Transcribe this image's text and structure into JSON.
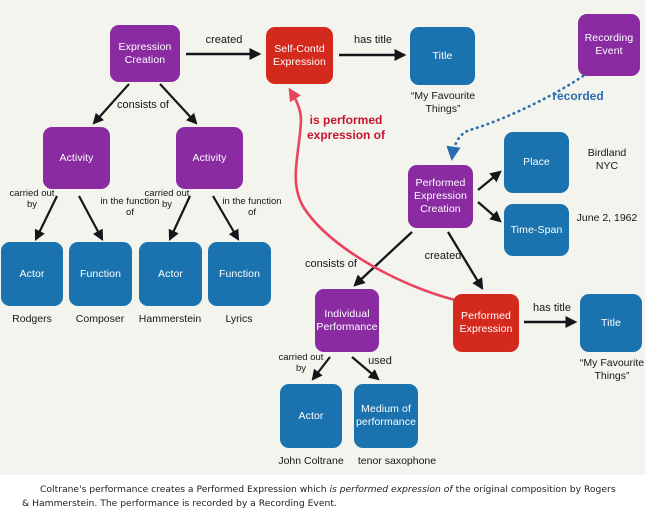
{
  "colors": {
    "background": "#f3f4ee",
    "purple": "#8a2ba2",
    "red": "#d42a1e",
    "blue": "#1a72ae",
    "arrow_black": "#16161a",
    "arrow_red": "#e8445f",
    "arrow_blue_dotted": "#2a6db0",
    "caption_background": "#ffffff"
  },
  "nodes": {
    "expression_creation": "Expression Creation",
    "self_contd_expression": "Self-Contd Expression",
    "title_1": "Title",
    "recording_event": "Recording Event",
    "activity_1": "Activity",
    "activity_2": "Activity",
    "actor_1": "Actor",
    "function_1": "Function",
    "actor_2": "Actor",
    "function_2": "Function",
    "performed_expression_creation": "Performed Expression Creation",
    "place": "Place",
    "time_span": "Time-Span",
    "individual_performance": "Individual Performance",
    "performed_expression": "Performed Expression",
    "title_2": "Title",
    "actor_3": "Actor",
    "medium_of_performance": "Medium of performance"
  },
  "values": {
    "title_1_value": "“My Favourite Things”",
    "actor_1_value": "Rodgers",
    "function_1_value": "Composer",
    "actor_2_value": "Hammerstein",
    "function_2_value": "Lyrics",
    "place_value": "Birdland NYC",
    "time_span_value": "June 2, 1962",
    "actor_3_value": "John Coltrane",
    "medium_value": "tenor saxophone",
    "title_2_value": "“My Favourite Things”"
  },
  "edges": {
    "created_1": "created",
    "has_title_1": "has title",
    "consists_of_1": "consists of",
    "carried_out_by_1": "carried out by",
    "in_the_function_of_1": "in the function of",
    "carried_out_by_2": "carried out by",
    "in_the_function_of_2": "in the function of",
    "is_performed_expression_of": "is performed expression of",
    "recorded": "recorded",
    "consists_of_2": "consists of",
    "created_2": "created",
    "has_title_2": "has title",
    "carried_out_by_3": "carried out by",
    "used": "used"
  },
  "caption": {
    "part_1": "Coltrane's performance creates a Performed Expression which ",
    "part_2_italic": "is performed expression of",
    "part_3": " the original composition by Rogers & Hammerstein. The performance is recorded by a Recording Event."
  },
  "chart_data": {
    "type": "diagram",
    "title": "CIDOC CRM modelling of a recorded jazz performance",
    "entities": [
      {
        "id": "expression_creation",
        "label": "Expression Creation",
        "class": "event",
        "color": "#8a2ba2"
      },
      {
        "id": "self_contd_expression",
        "label": "Self-Contd Expression",
        "class": "expression",
        "color": "#d42a1e"
      },
      {
        "id": "title_1",
        "label": "Title",
        "class": "appellation",
        "color": "#1a72ae",
        "value": "“My Favourite Things”"
      },
      {
        "id": "recording_event",
        "label": "Recording Event",
        "class": "event",
        "color": "#8a2ba2"
      },
      {
        "id": "activity_1",
        "label": "Activity",
        "class": "event",
        "color": "#8a2ba2"
      },
      {
        "id": "activity_2",
        "label": "Activity",
        "class": "event",
        "color": "#8a2ba2"
      },
      {
        "id": "actor_1",
        "label": "Actor",
        "class": "actor",
        "color": "#1a72ae",
        "value": "Rodgers"
      },
      {
        "id": "function_1",
        "label": "Function",
        "class": "type",
        "color": "#1a72ae",
        "value": "Composer"
      },
      {
        "id": "actor_2",
        "label": "Actor",
        "class": "actor",
        "color": "#1a72ae",
        "value": "Hammerstein"
      },
      {
        "id": "function_2",
        "label": "Function",
        "class": "type",
        "color": "#1a72ae",
        "value": "Lyrics"
      },
      {
        "id": "performed_expression_creation",
        "label": "Performed Expression Creation",
        "class": "event",
        "color": "#8a2ba2"
      },
      {
        "id": "place",
        "label": "Place",
        "class": "place",
        "color": "#1a72ae",
        "value": "Birdland NYC"
      },
      {
        "id": "time_span",
        "label": "Time-Span",
        "class": "timespan",
        "color": "#1a72ae",
        "value": "June 2, 1962"
      },
      {
        "id": "individual_performance",
        "label": "Individual Performance",
        "class": "event",
        "color": "#8a2ba2"
      },
      {
        "id": "performed_expression",
        "label": "Performed Expression",
        "class": "expression",
        "color": "#d42a1e"
      },
      {
        "id": "title_2",
        "label": "Title",
        "class": "appellation",
        "color": "#1a72ae",
        "value": "“My Favourite Things”"
      },
      {
        "id": "actor_3",
        "label": "Actor",
        "class": "actor",
        "color": "#1a72ae",
        "value": "John Coltrane"
      },
      {
        "id": "medium_of_performance",
        "label": "Medium of performance",
        "class": "type",
        "color": "#1a72ae",
        "value": "tenor saxophone"
      }
    ],
    "relations": [
      {
        "from": "expression_creation",
        "to": "self_contd_expression",
        "label": "created",
        "style": "solid-black"
      },
      {
        "from": "self_contd_expression",
        "to": "title_1",
        "label": "has title",
        "style": "solid-black"
      },
      {
        "from": "expression_creation",
        "to": "activity_1",
        "label": "consists of",
        "style": "solid-black"
      },
      {
        "from": "expression_creation",
        "to": "activity_2",
        "label": "consists of",
        "style": "solid-black"
      },
      {
        "from": "activity_1",
        "to": "actor_1",
        "label": "carried out by",
        "style": "solid-black"
      },
      {
        "from": "activity_1",
        "to": "function_1",
        "label": "in the function of",
        "style": "solid-black"
      },
      {
        "from": "activity_2",
        "to": "actor_2",
        "label": "carried out by",
        "style": "solid-black"
      },
      {
        "from": "activity_2",
        "to": "function_2",
        "label": "in the function of",
        "style": "solid-black"
      },
      {
        "from": "performed_expression",
        "to": "self_contd_expression",
        "label": "is performed expression of",
        "style": "curved-red"
      },
      {
        "from": "recording_event",
        "to": "performed_expression_creation",
        "label": "recorded",
        "style": "dotted-blue"
      },
      {
        "from": "performed_expression_creation",
        "to": "place",
        "label": "",
        "style": "solid-black"
      },
      {
        "from": "performed_expression_creation",
        "to": "time_span",
        "label": "",
        "style": "solid-black"
      },
      {
        "from": "performed_expression_creation",
        "to": "individual_performance",
        "label": "consists of",
        "style": "solid-black"
      },
      {
        "from": "performed_expression_creation",
        "to": "performed_expression",
        "label": "created",
        "style": "solid-black"
      },
      {
        "from": "performed_expression",
        "to": "title_2",
        "label": "has title",
        "style": "solid-black"
      },
      {
        "from": "individual_performance",
        "to": "actor_3",
        "label": "carried out by",
        "style": "solid-black"
      },
      {
        "from": "individual_performance",
        "to": "medium_of_performance",
        "label": "used",
        "style": "solid-black"
      }
    ]
  }
}
